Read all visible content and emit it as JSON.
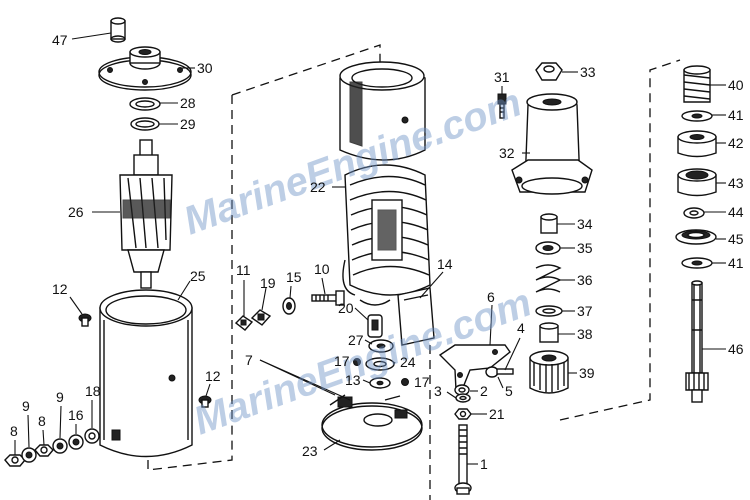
{
  "watermark": {
    "text1": "MarineEngine.com",
    "text2": "MarineEngine.com",
    "color": "#6e93c7"
  },
  "labels": {
    "l1": "1",
    "l2": "2",
    "l3": "3",
    "l4": "4",
    "l5": "5",
    "l6": "6",
    "l7": "7",
    "l8a": "8",
    "l8b": "8",
    "l9a": "9",
    "l9b": "9",
    "l10": "10",
    "l11": "11",
    "l12a": "12",
    "l12b": "12",
    "l13": "13",
    "l14": "14",
    "l15": "15",
    "l16": "16",
    "l17a": "17",
    "l17b": "17",
    "l18": "18",
    "l19": "19",
    "l20": "20",
    "l21": "21",
    "l22": "22",
    "l23": "23",
    "l24": "24",
    "l25": "25",
    "l26": "26",
    "l27": "27",
    "l28": "28",
    "l29": "29",
    "l30": "30",
    "l31": "31",
    "l32": "32",
    "l33": "33",
    "l34": "34",
    "l35": "35",
    "l36": "36",
    "l37": "37",
    "l38": "38",
    "l39": "39",
    "l40": "40",
    "l41a": "41",
    "l41b": "41",
    "l42": "42",
    "l43": "43",
    "l44": "44",
    "l45": "45",
    "l46": "46",
    "l47": "47"
  }
}
